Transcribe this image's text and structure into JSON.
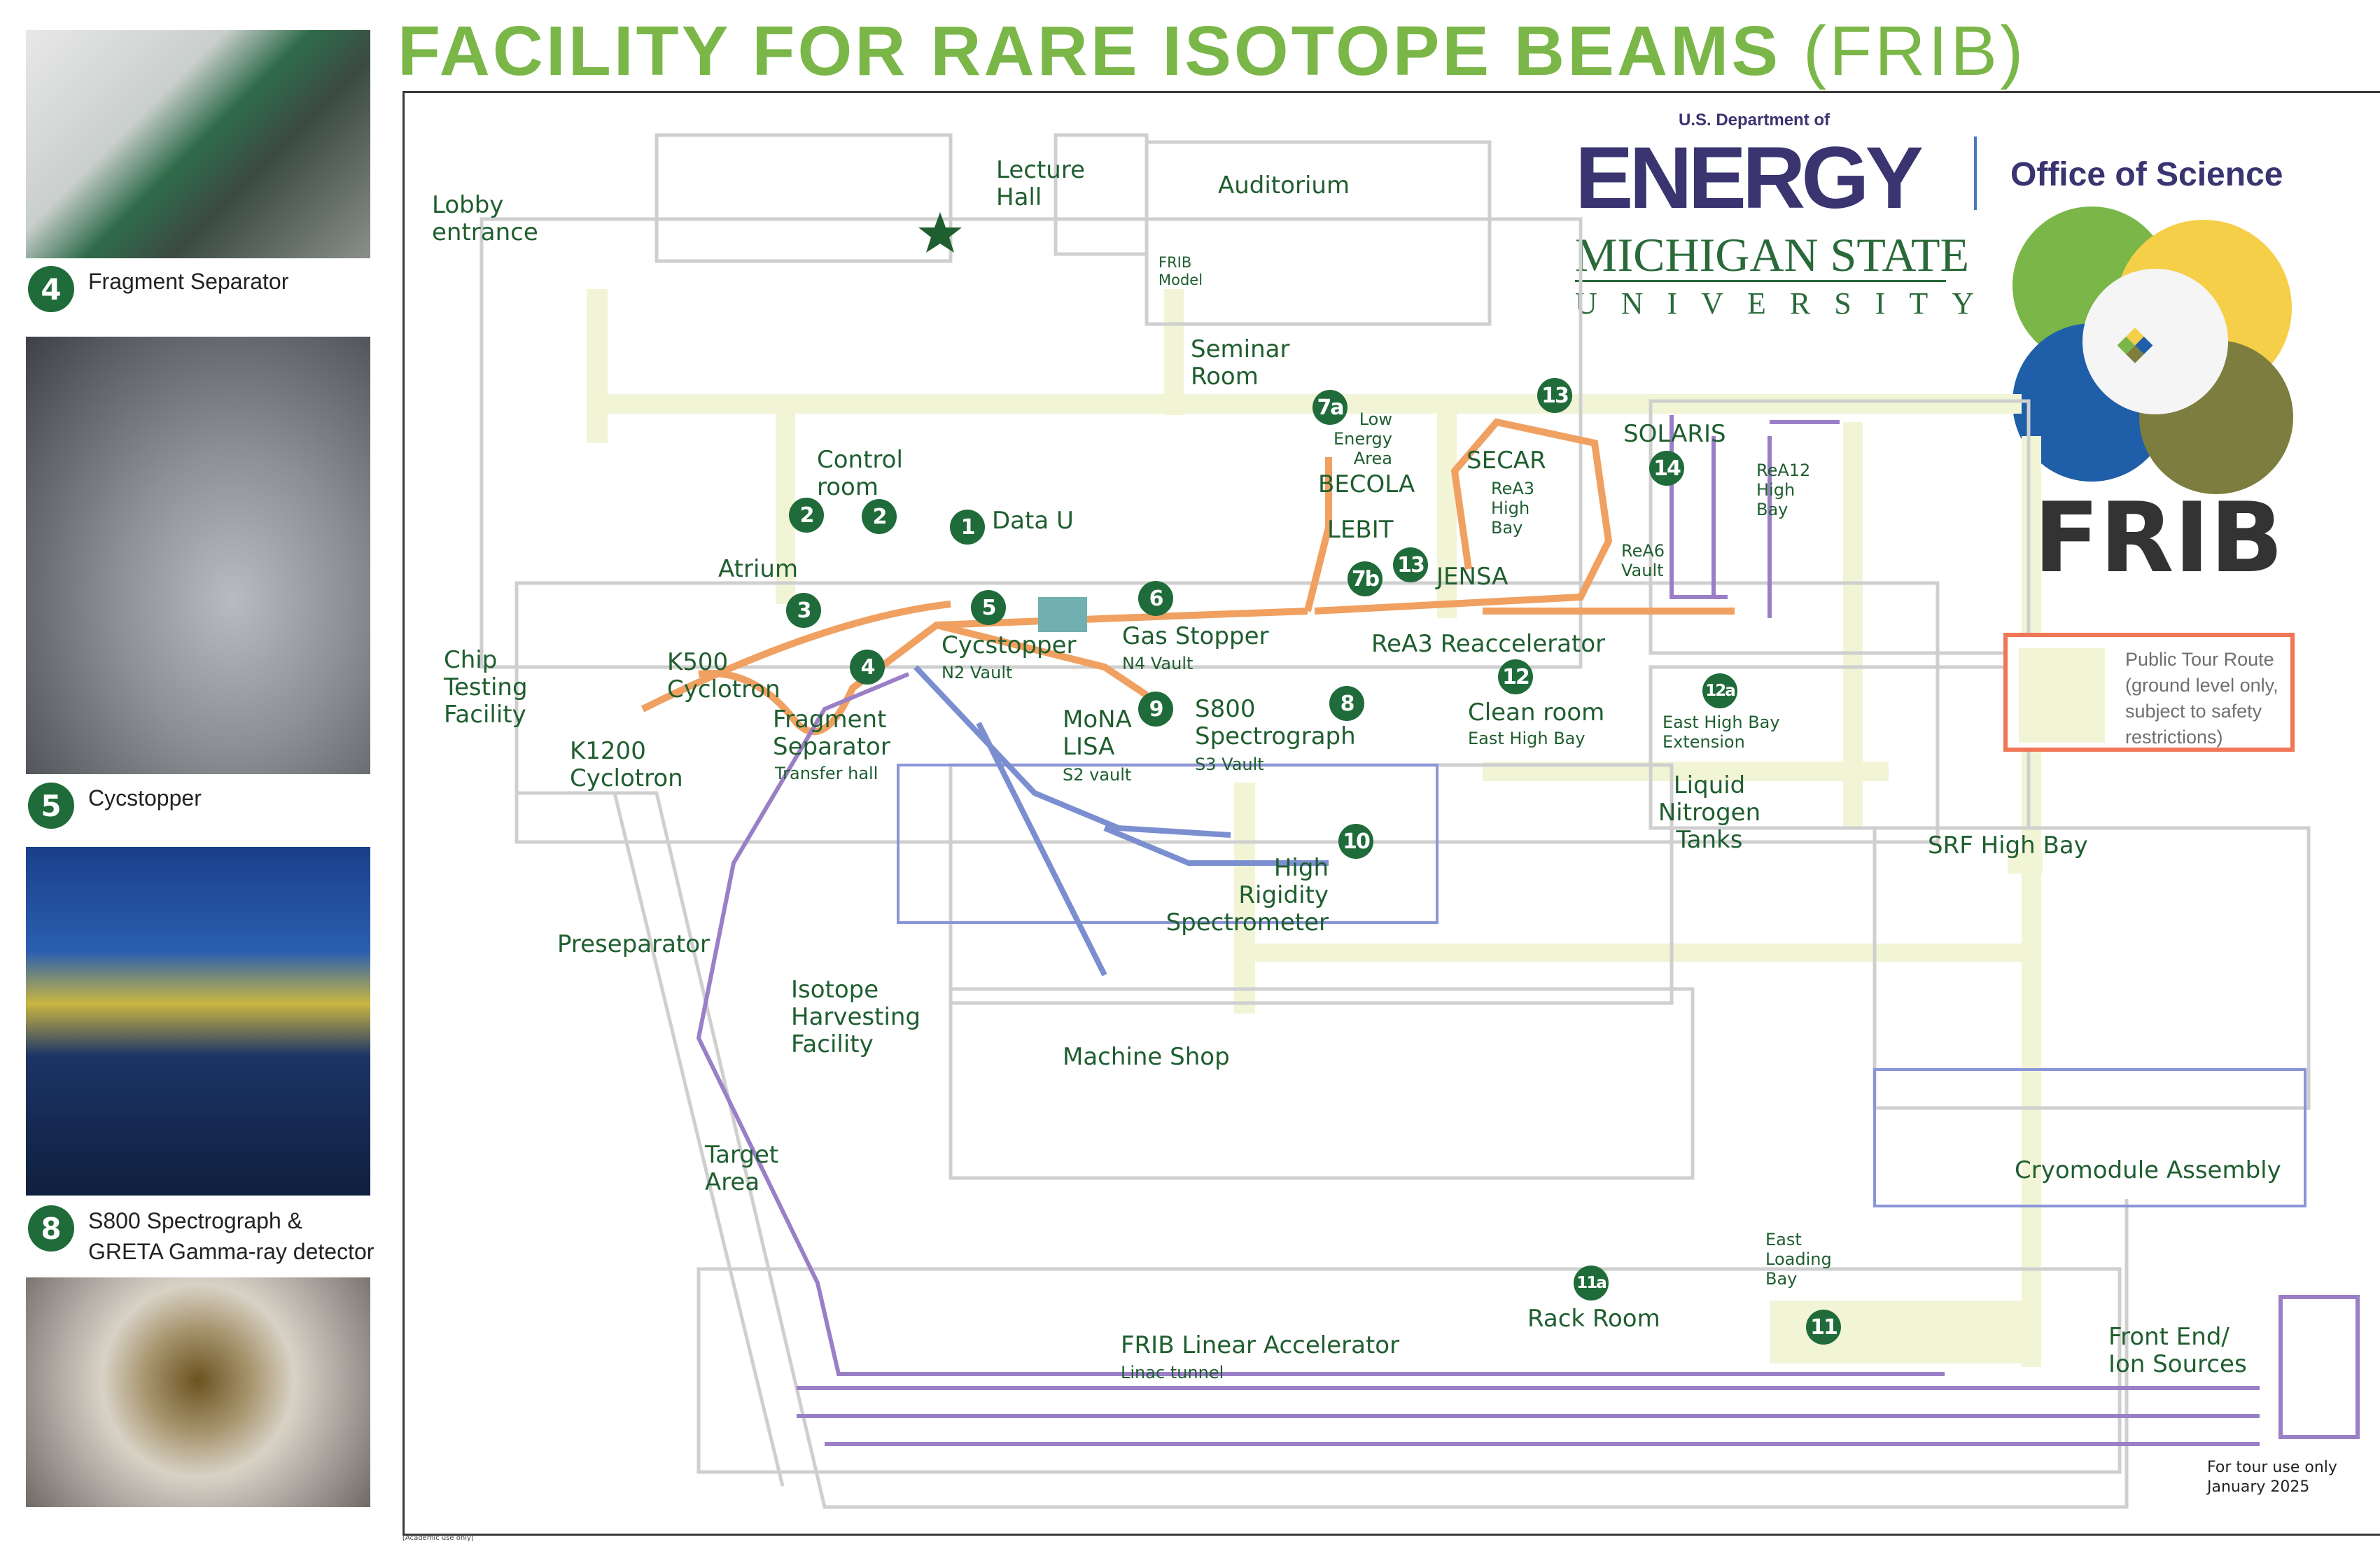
{
  "title": {
    "main": "FACILITY FOR RARE ISOTOPE BEAMS",
    "abbr": "(FRIB)"
  },
  "photos": [
    {
      "number": "4",
      "caption": "Fragment Separator"
    },
    {
      "number": "5",
      "caption": "Cycstopper"
    },
    {
      "number": "8",
      "caption": "S800 Spectrograph &\nGRETA Gamma-ray detector"
    },
    {
      "number": "",
      "caption": ""
    }
  ],
  "logos": {
    "doe_top": "U.S. Department of",
    "doe_word": "ENERGY",
    "office": "Office of Science",
    "msu_line1": "MICHIGAN STATE",
    "msu_line2": "UNIVERSITY",
    "frib": "FRIB"
  },
  "legend": {
    "label": "Public Tour Route\n(ground level only,\nsubject to safety\nrestrictions)",
    "color": "#f2f4d6",
    "border": "#f07756"
  },
  "labels": {
    "lobby": "Lobby\nentrance",
    "lecture": "Lecture\nHall",
    "auditorium": "Auditorium",
    "frib_model": "FRIB\nModel",
    "seminar": "Seminar\nRoom",
    "control": "Control\nroom",
    "data_u": "Data U",
    "atrium": "Atrium",
    "chip": "Chip\nTesting\nFacility",
    "k500": "K500\nCyclotron",
    "k1200": "K1200\nCyclotron",
    "fragment": "Fragment\nSeparator",
    "transfer": "Transfer hall",
    "cycstopper": "Cycstopper",
    "n2": "N2 Vault",
    "gas": "Gas Stopper",
    "n4": "N4 Vault",
    "mona": "MoNA\nLISA",
    "s2": "S2 vault",
    "s800": "S800\nSpectrograph",
    "s3": "S3 Vault",
    "rea3": "ReA3 Reaccelerator",
    "low_energy": "Low\nEnergy\nArea",
    "becola": "BECOLA",
    "lebit": "LEBIT",
    "jensa": "JENSA",
    "secar": "SECAR",
    "rea3_bay": "ReA3\nHigh\nBay",
    "solaris": "SOLARIS",
    "rea12": "ReA12\nHigh\nBay",
    "rea6": "ReA6\nVault",
    "clean": "Clean room",
    "east_bay": "East High Bay",
    "east_ext": "East High Bay\nExtension",
    "ln2": "Liquid\nNitrogen\nTanks",
    "hrs": "High\nRigidity\nSpectrometer",
    "presep": "Preseparator",
    "isotope": "Isotope\nHarvesting\nFacility",
    "machine": "Machine Shop",
    "target": "Target\nArea",
    "srf": "SRF High Bay",
    "cryo": "Cryomodule Assembly",
    "loading": "East\nLoading\nBay",
    "rack": "Rack Room",
    "linac": "FRIB Linear Accelerator",
    "linac_tunnel": "Linac tunnel",
    "front_end": "Front End/\nIon Sources",
    "footer": "For tour use only\nJanuary 2025",
    "academic": "[Academic use only]"
  },
  "badges": [
    "7a",
    "13",
    "14",
    "2",
    "2",
    "1",
    "3",
    "5",
    "6",
    "4",
    "7b",
    "13",
    "12",
    "12a",
    "9",
    "8",
    "10",
    "11a",
    "11"
  ],
  "colors": {
    "title": "#7ab648",
    "label": "#1f5e2f",
    "badge": "#1f6b3a",
    "route": "#f2f4d6",
    "beam_orange": "#f0a060",
    "beam_purple": "#9b7fc6",
    "beam_blue": "#7b8fd0",
    "wall": "#cfcfcf"
  }
}
